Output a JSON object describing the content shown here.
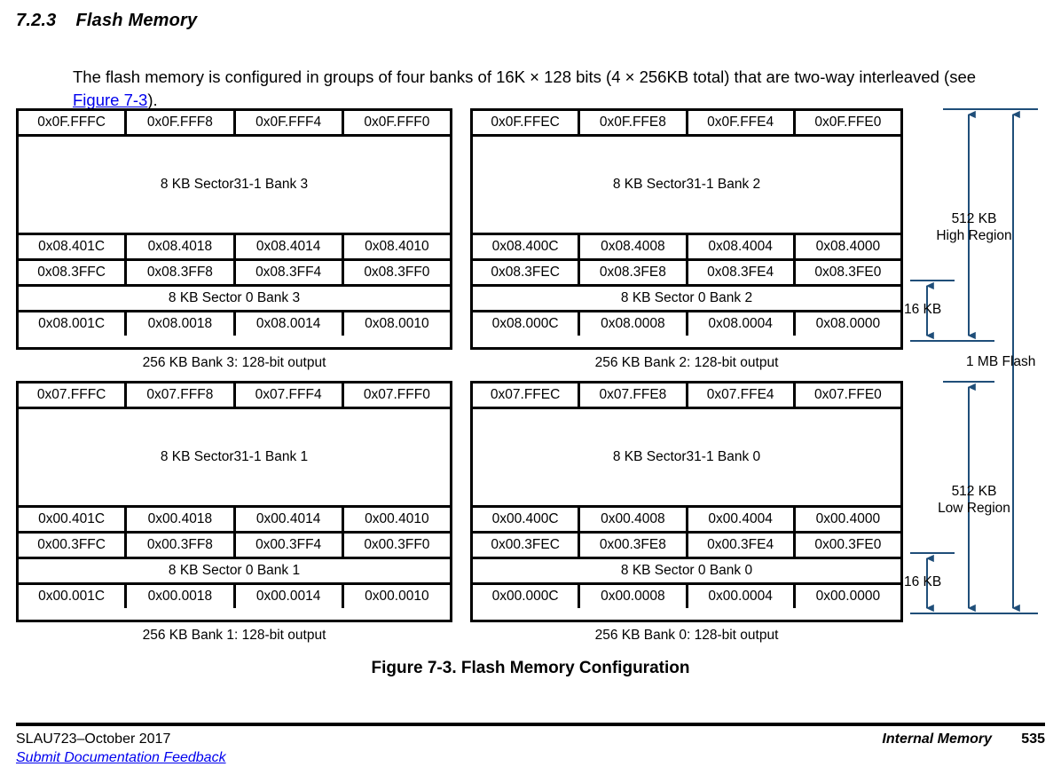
{
  "section": {
    "number": "7.2.3",
    "title": "Flash Memory"
  },
  "intro": {
    "text_before_link": "The flash memory is configured in groups of four banks of 16K × 128 bits (4 × 256KB total) that are two-way interleaved (see ",
    "link_text": "Figure 7-3",
    "text_after_link": ")."
  },
  "figure": {
    "caption": "Figure 7-3. Flash Memory Configuration",
    "blocks": [
      {
        "id": "bank3",
        "top_addresses": [
          "0x0F.FFFC",
          "0x0F.FFF8",
          "0x0F.FFF4",
          "0x0F.FFF0"
        ],
        "sector_high_label": "8 KB Sector31-1 Bank 3",
        "mid_upper_addresses": [
          "0x08.401C",
          "0x08.4018",
          "0x08.4014",
          "0x08.4010"
        ],
        "mid_lower_addresses": [
          "0x08.3FFC",
          "0x08.3FF8",
          "0x08.3FF4",
          "0x08.3FF0"
        ],
        "sector_low_label": "8 KB Sector 0 Bank 3",
        "bottom_addresses": [
          "0x08.001C",
          "0x08.0018",
          "0x08.0014",
          "0x08.0010"
        ],
        "caption": "256 KB Bank 3: 128-bit output"
      },
      {
        "id": "bank2",
        "top_addresses": [
          "0x0F.FFEC",
          "0x0F.FFE8",
          "0x0F.FFE4",
          "0x0F.FFE0"
        ],
        "sector_high_label": "8 KB Sector31-1 Bank 2",
        "mid_upper_addresses": [
          "0x08.400C",
          "0x08.4008",
          "0x08.4004",
          "0x08.4000"
        ],
        "mid_lower_addresses": [
          "0x08.3FEC",
          "0x08.3FE8",
          "0x08.3FE4",
          "0x08.3FE0"
        ],
        "sector_low_label": "8 KB Sector 0 Bank 2",
        "bottom_addresses": [
          "0x08.000C",
          "0x08.0008",
          "0x08.0004",
          "0x08.0000"
        ],
        "caption": "256 KB Bank 2: 128-bit output"
      },
      {
        "id": "bank1",
        "top_addresses": [
          "0x07.FFFC",
          "0x07.FFF8",
          "0x07.FFF4",
          "0x07.FFF0"
        ],
        "sector_high_label": "8 KB Sector31-1 Bank 1",
        "mid_upper_addresses": [
          "0x00.401C",
          "0x00.4018",
          "0x00.4014",
          "0x00.4010"
        ],
        "mid_lower_addresses": [
          "0x00.3FFC",
          "0x00.3FF8",
          "0x00.3FF4",
          "0x00.3FF0"
        ],
        "sector_low_label": "8 KB Sector 0 Bank 1",
        "bottom_addresses": [
          "0x00.001C",
          "0x00.0018",
          "0x00.0014",
          "0x00.0010"
        ],
        "caption": "256 KB Bank 1: 128-bit output"
      },
      {
        "id": "bank0",
        "top_addresses": [
          "0x07.FFEC",
          "0x07.FFE8",
          "0x07.FFE4",
          "0x07.FFE0"
        ],
        "sector_high_label": "8 KB Sector31-1 Bank 0",
        "mid_upper_addresses": [
          "0x00.400C",
          "0x00.4008",
          "0x00.4004",
          "0x00.4000"
        ],
        "mid_lower_addresses": [
          "0x00.3FEC",
          "0x00.3FE8",
          "0x00.3FE4",
          "0x00.3FE0"
        ],
        "sector_low_label": "8 KB Sector 0 Bank 0",
        "bottom_addresses": [
          "0x00.000C",
          "0x00.0008",
          "0x00.0004",
          "0x00.0000"
        ],
        "caption": "256 KB Bank 0: 128-bit output"
      }
    ],
    "annotations": {
      "arrow_color": "#1F4E79",
      "high_region_size": "512 KB",
      "high_region_name": "High Region",
      "low_region_size": "512 KB",
      "low_region_name": "Low Region",
      "sector_size_top": "16 KB",
      "sector_size_bottom": "16 KB",
      "total_flash": "1 MB Flash"
    }
  },
  "footer": {
    "doc_id": "SLAU723–October 2017",
    "feedback_link": "Submit Documentation Feedback",
    "section_name": "Internal Memory",
    "page_number": "535"
  }
}
